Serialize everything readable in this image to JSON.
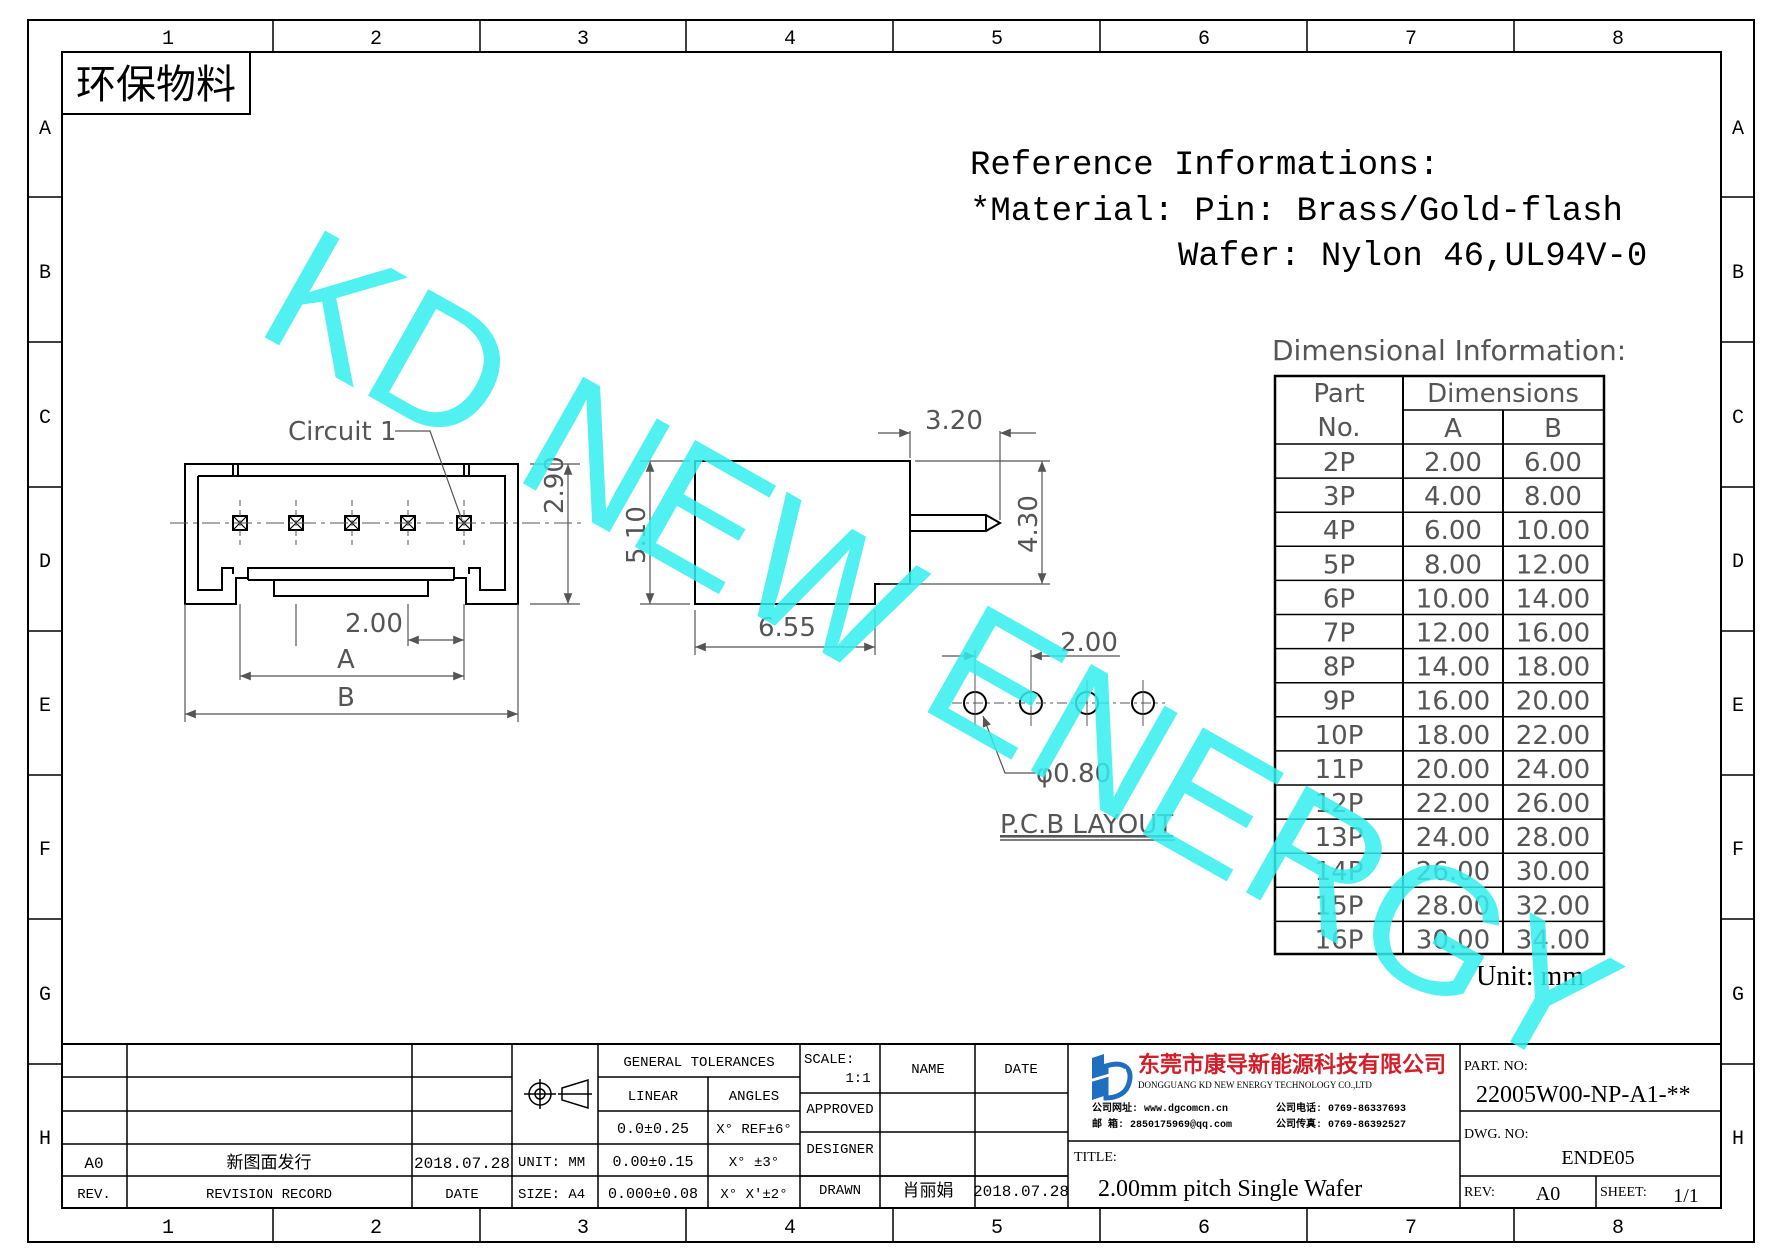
{
  "grid": {
    "columns": [
      "1",
      "2",
      "3",
      "4",
      "5",
      "6",
      "7",
      "8"
    ],
    "rows": [
      "A",
      "B",
      "C",
      "D",
      "E",
      "F",
      "G",
      "H"
    ]
  },
  "eco_label": "环保物料",
  "watermark": "KD NEW ENERGY",
  "reference": {
    "heading": "Reference Informations:",
    "material_line": "*Material: Pin: Brass/Gold-flash",
    "wafer_line": "Wafer: Nylon 46,UL94V-0"
  },
  "front_view": {
    "circuit_label": "Circuit 1",
    "dim_height": "2.90",
    "dim_pitch": "2.00",
    "dim_a": "A",
    "dim_b": "B"
  },
  "side_view": {
    "dim_top": "3.20",
    "dim_height": "5.10",
    "dim_pin": "4.30",
    "dim_bottom": "6.55"
  },
  "pcb": {
    "dim_pitch": "2.00",
    "dim_hole": "φ0.80",
    "title": "P.C.B LAYOUT"
  },
  "dim_table": {
    "title": "Dimensional Information:",
    "header_part_1": "Part",
    "header_part_2": "No.",
    "header_dims": "Dimensions",
    "header_a": "A",
    "header_b": "B",
    "rows": [
      [
        "2P",
        "2.00",
        "6.00"
      ],
      [
        "3P",
        "4.00",
        "8.00"
      ],
      [
        "4P",
        "6.00",
        "10.00"
      ],
      [
        "5P",
        "8.00",
        "12.00"
      ],
      [
        "6P",
        "10.00",
        "14.00"
      ],
      [
        "7P",
        "12.00",
        "16.00"
      ],
      [
        "8P",
        "14.00",
        "18.00"
      ],
      [
        "9P",
        "16.00",
        "20.00"
      ],
      [
        "10P",
        "18.00",
        "22.00"
      ],
      [
        "11P",
        "20.00",
        "24.00"
      ],
      [
        "12P",
        "22.00",
        "26.00"
      ],
      [
        "13P",
        "24.00",
        "28.00"
      ],
      [
        "14P",
        "26.00",
        "30.00"
      ],
      [
        "15P",
        "28.00",
        "32.00"
      ],
      [
        "16P",
        "30.00",
        "34.00"
      ]
    ],
    "unit": "Unit: mm"
  },
  "title_block": {
    "rev_value": "A0",
    "revision_record_value": "新图面发行",
    "date_value": "2018.07.28",
    "rev_label": "REV.",
    "revision_record_label": "REVISION RECORD",
    "date_label": "DATE",
    "unit_label": "UNIT: MM",
    "size_label": "SIZE: A4",
    "general_tolerances": "GENERAL TOLERANCES",
    "linear": "LINEAR",
    "angles": "ANGLES",
    "tol_lin_1": "0.0±0.25",
    "tol_lin_2": "0.00±0.15",
    "tol_lin_3": "0.000±0.08",
    "tol_ang_1": "X° REF±6°",
    "tol_ang_2": "X° ±3°",
    "tol_ang_3": "X° X'±2°",
    "scale_label": "SCALE:",
    "scale_value": "1:1",
    "name_label": "NAME",
    "date_col_label": "DATE",
    "approved": "APPROVED",
    "designer": "DESIGNER",
    "drawn": "DRAWN",
    "drawn_name": "肖丽娟",
    "drawn_date": "2018.07.28",
    "company_cn": "东莞市康导新能源科技有限公司",
    "company_en": "DONGGUANG KD NEW ENERGY TECHNOLOGY CO.,LTD",
    "company_web": "公司网址: www.dgcomcn.cn",
    "company_tel": "公司电话: 0769-86337693",
    "company_mail": "邮    箱: 2850175969@qq.com",
    "company_fax": "公司传真: 0769-86392527",
    "title_label": "TITLE:",
    "title_value": "2.00mm pitch Single Wafer",
    "part_no_label": "PART. NO:",
    "part_no_value": "22005W00-NP-A1-**",
    "dwg_no_label": "DWG. NO:",
    "dwg_no_value": "ENDE05",
    "rev_block_label": "REV:",
    "rev_block_value": "A0",
    "sheet_label": "SHEET:",
    "sheet_value": "1/1"
  },
  "colors": {
    "watermark": "#33eef0",
    "line": "#000000",
    "dim": "#555555",
    "logo_blue": "#1f6fc0",
    "company_red": "#d11f2a"
  }
}
